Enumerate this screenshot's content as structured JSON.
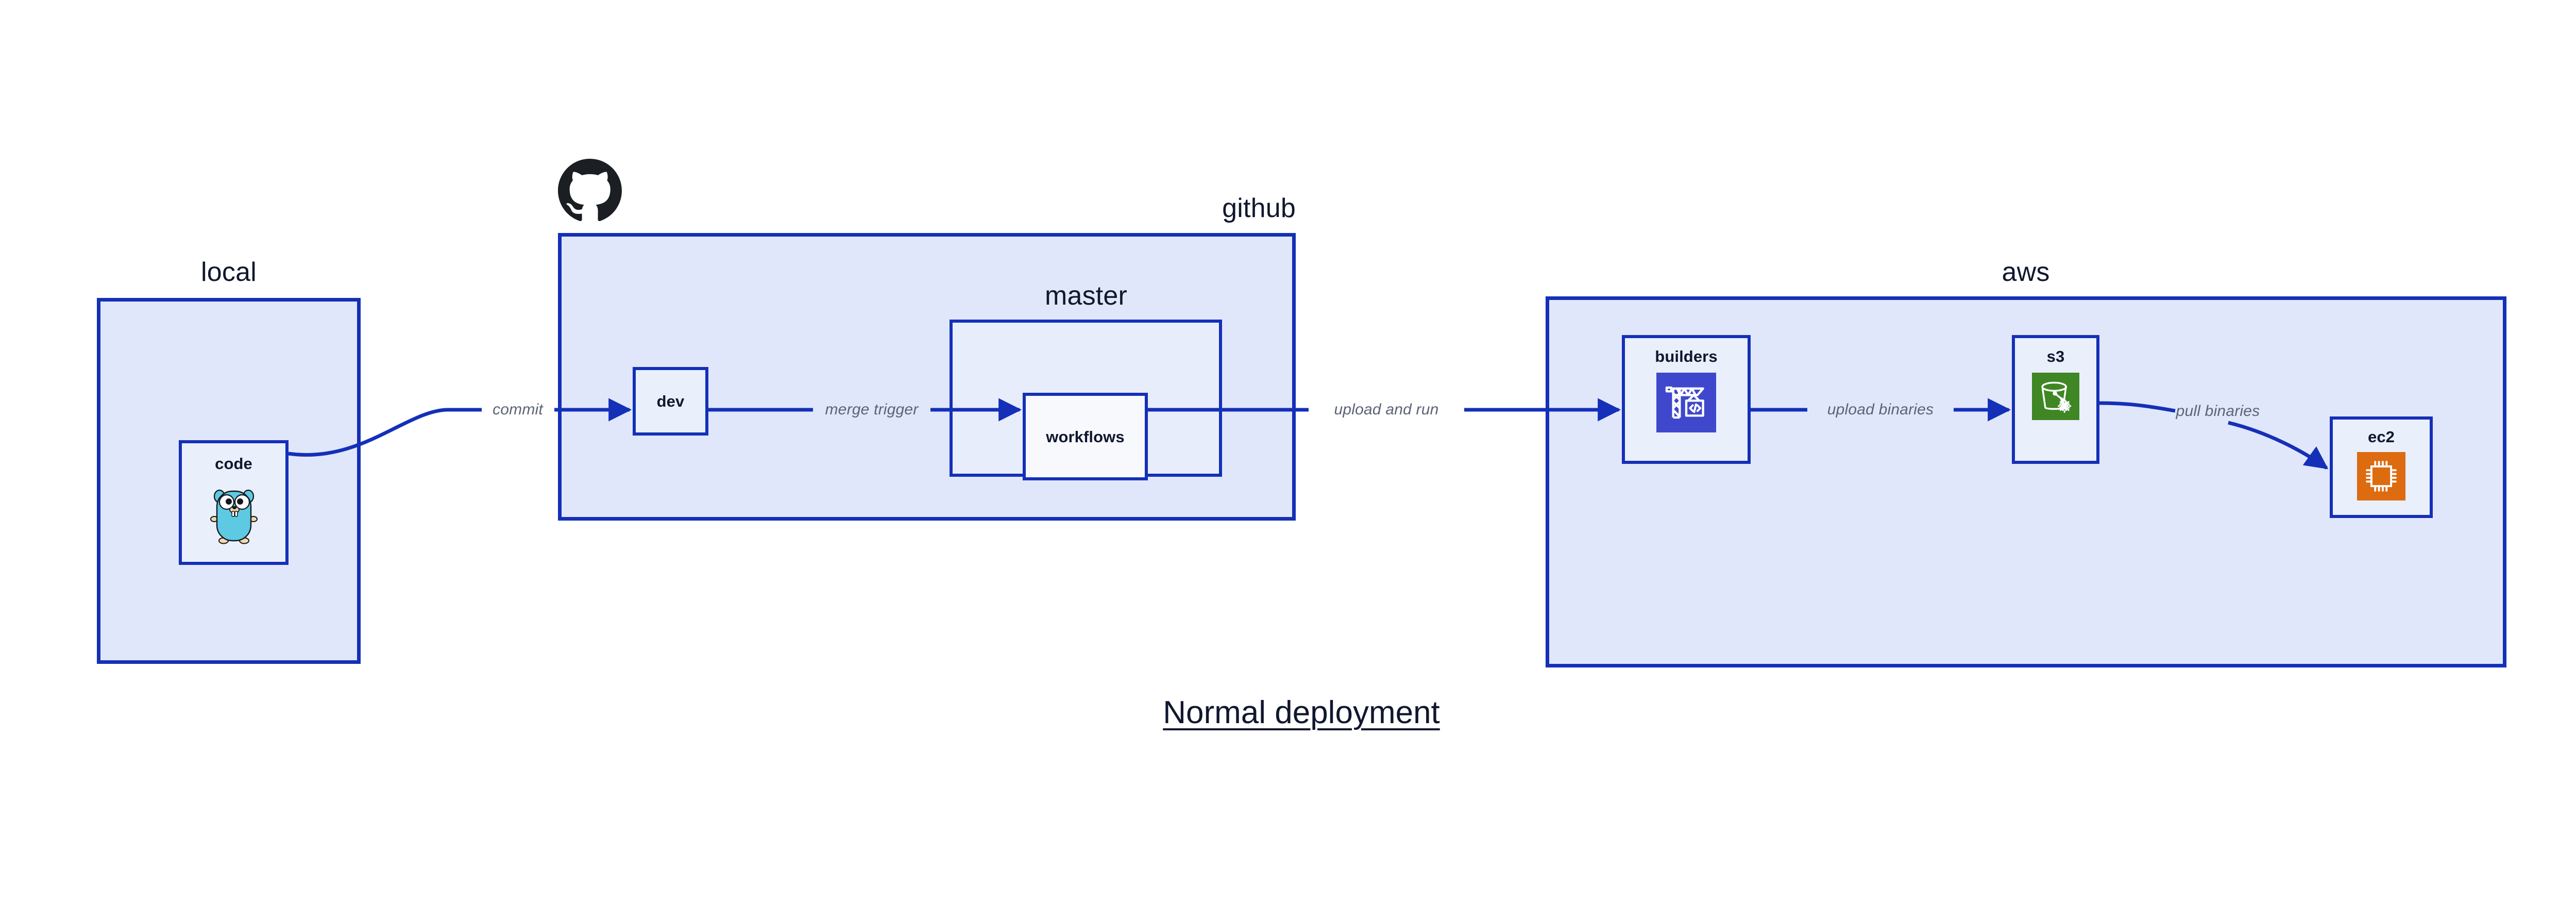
{
  "diagram": {
    "title": "Normal deployment",
    "colors": {
      "group_border": "#1430B8",
      "group_fill": "#E1E7FA",
      "nested_group_fill": "#E8EDFB",
      "node_fill": "#EAEFFC",
      "node_plain_fill": "#F7F9FD",
      "edge_stroke": "#1430B8",
      "edge_label_text": "#5B6375",
      "label_text": "#10172E",
      "codebuild_icon": "#3F48CC",
      "s3_icon": "#3F8624",
      "ec2_icon": "#DD6B10",
      "gopher_body": "#5DC9E2",
      "octocat": "#1B1F23"
    }
  },
  "groups": [
    {
      "id": "local",
      "label": "local"
    },
    {
      "id": "github",
      "label": "github"
    },
    {
      "id": "master",
      "label": "master"
    },
    {
      "id": "aws",
      "label": "aws"
    }
  ],
  "nodes": [
    {
      "id": "code",
      "label": "code",
      "icon": "go-gopher-icon"
    },
    {
      "id": "dev",
      "label": "dev",
      "icon": null
    },
    {
      "id": "workflows",
      "label": "workflows",
      "icon": null
    },
    {
      "id": "builders",
      "label": "builders",
      "icon": "aws-codebuild-icon"
    },
    {
      "id": "s3",
      "label": "s3",
      "icon": "aws-s3-glacier-icon"
    },
    {
      "id": "ec2",
      "label": "ec2",
      "icon": "aws-ec2-chip-icon"
    }
  ],
  "edges": [
    {
      "id": "code-dev",
      "from": "code",
      "to": "dev",
      "label": "commit"
    },
    {
      "id": "dev-workflows",
      "from": "dev",
      "to": "workflows",
      "label": "merge trigger"
    },
    {
      "id": "workflows-build",
      "from": "workflows",
      "to": "builders",
      "label": "upload and run"
    },
    {
      "id": "builders-s3",
      "from": "builders",
      "to": "s3",
      "label": "upload binaries"
    },
    {
      "id": "s3-ec2",
      "from": "s3",
      "to": "ec2",
      "label": "pull binaries"
    }
  ],
  "icons": {
    "octocat": "github-octocat-icon"
  }
}
